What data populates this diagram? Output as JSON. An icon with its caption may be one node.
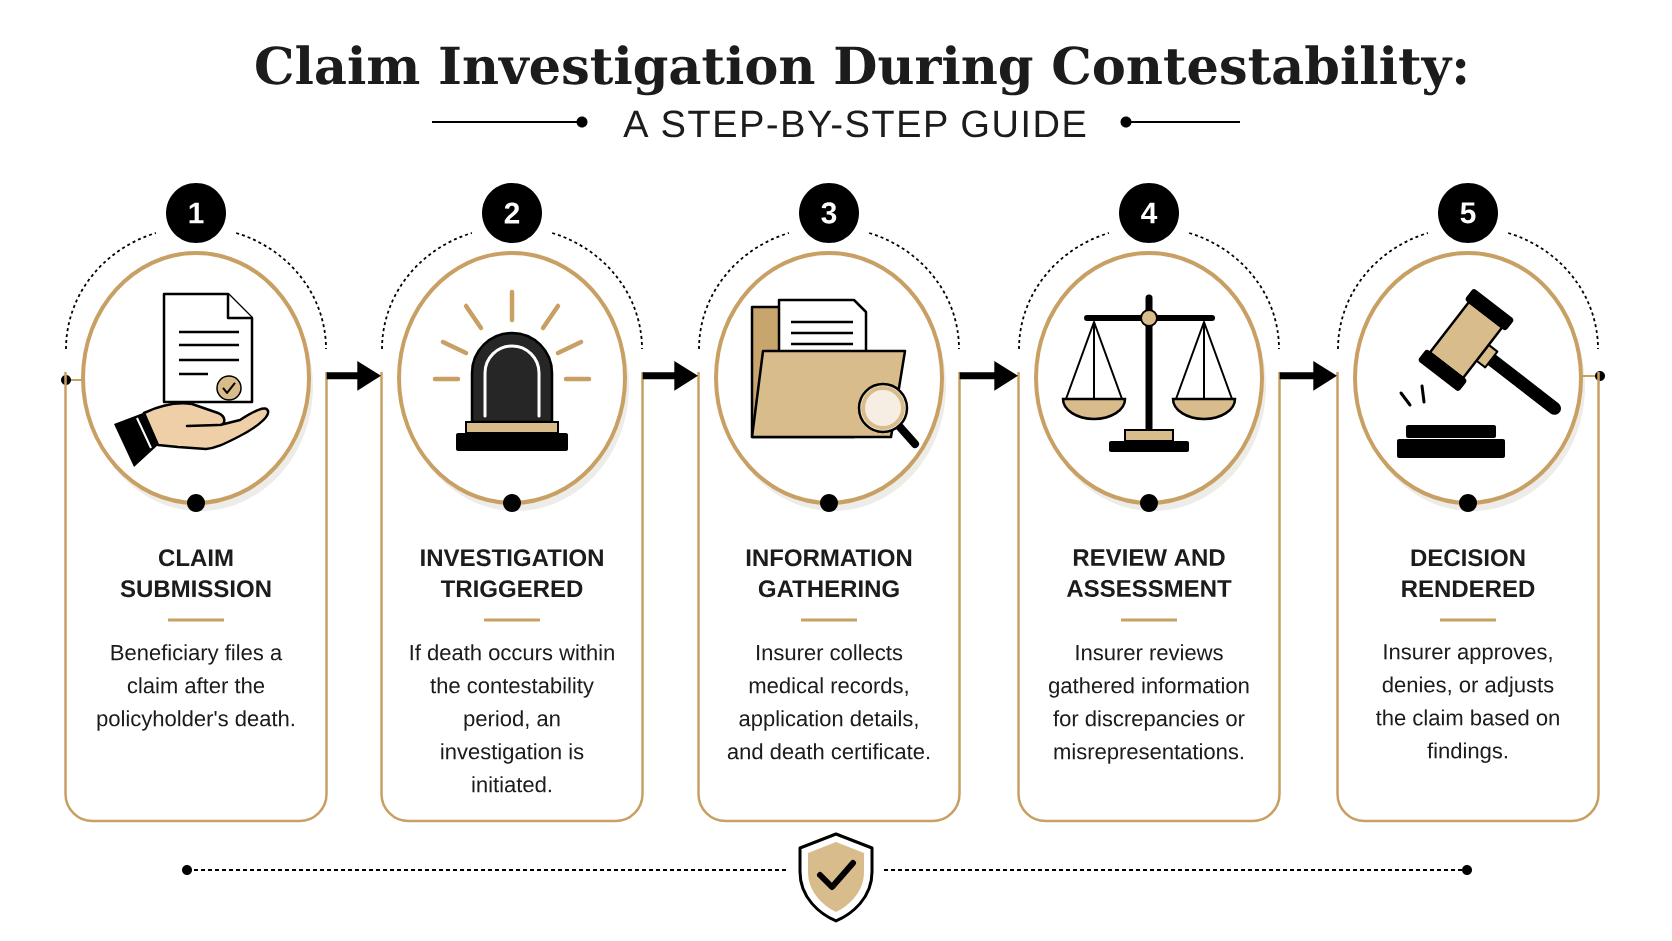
{
  "diagram": {
    "title": "Claim Investigation During Contestability:",
    "nodes": [
      {
        "text": [
          "1"
        ]
      },
      {
        "text": [
          "CLAIM SUBMISSION",
          "Beneficiary files a claim after the policyholder's death."
        ]
      },
      {
        "text": [
          "2"
        ]
      },
      {
        "text": [
          "INVESTIGATION TRIGGERED",
          "If death occurs within the contestability period, an investigation is initiated."
        ]
      },
      {
        "text": [
          "3"
        ]
      },
      {
        "text": [
          "INFORMATION GATHERING",
          "Insurer collects medical records, application details, and death certificate."
        ]
      },
      {
        "text": [
          "4"
        ]
      },
      {
        "text": [
          "REVIEW AND ASSESSMENT",
          "Insurer reviews gathered information for discrepancies or misrepresentations."
        ]
      },
      {
        "text": [
          "5"
        ]
      },
      {
        "text": [
          "DECISION RENDERED",
          "Insurer approves, denies, or adjusts the claim based on findings."
        ]
      }
    ],
    "edges": [
      {
        "from": 1,
        "to": 3,
        "arrow": "to"
      },
      {
        "from": 3,
        "to": 5,
        "arrow": "to"
      },
      {
        "from": 5,
        "to": 7,
        "arrow": "to"
      },
      {
        "from": 7,
        "to": 9,
        "arrow": "to"
      }
    ],
    "labels": [
      "A STEP-BY-STEP GUIDE"
    ]
  }
}
